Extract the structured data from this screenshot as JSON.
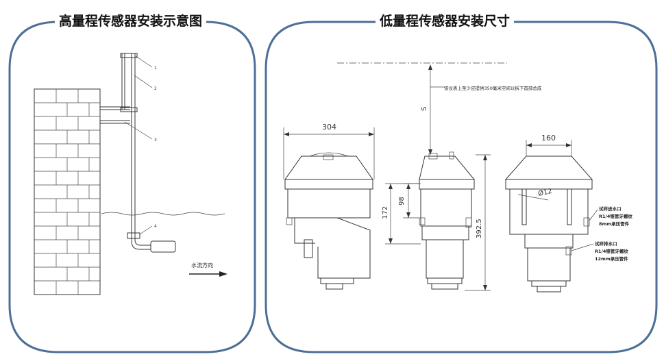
{
  "panels": {
    "left": {
      "title": "高量程传感器安装示意图",
      "callouts": [
        "1",
        "2",
        "3",
        "4"
      ],
      "flow_label": "水流方向"
    },
    "right": {
      "title": "低量程传感器安装尺寸",
      "note": "该仪表上至少应提供350毫米空间以拆下首部总成",
      "s_label": "S",
      "dims": {
        "width_front": "304",
        "width_side": "160",
        "height_172": "172",
        "height_98": "98",
        "height_total": "392.5",
        "diameter": "Ø12"
      },
      "inlet_label": [
        "试样进水口",
        "R1/4锥管牙螺纹",
        "8mm承压管件"
      ],
      "outlet_label": [
        "试样排水口",
        "R1/4锥管牙螺纹",
        "12mm承压管件"
      ]
    }
  },
  "colors": {
    "frame": "#4d6f97",
    "line": "#333333"
  }
}
